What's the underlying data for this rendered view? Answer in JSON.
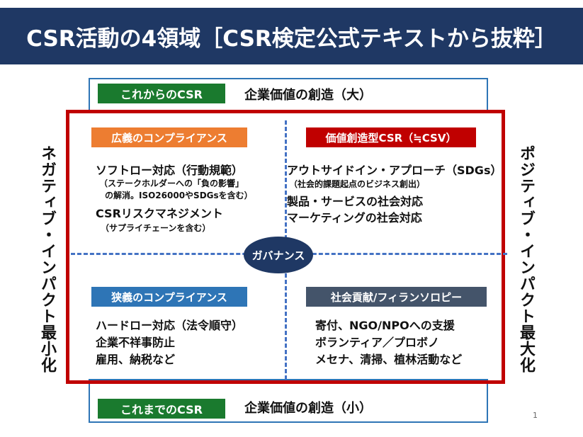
{
  "title": "CSR活動の4領域［CSR検定公式テキストから抜粋］",
  "top": {
    "label": "これからのCSR",
    "value": "企業価値の創造（大）"
  },
  "bottom": {
    "label": "これまでのCSR",
    "value": "企業価値の創造（小）"
  },
  "left_side": "ネガティブ・インパクト最小化",
  "right_side": "ポジティブ・インパクト最大化",
  "center": "ガバナンス",
  "quadrants": {
    "top_left": {
      "label": "広義のコンプライアンス",
      "lines": [
        "ソフトロー対応（行動規範）",
        "（ステークホルダーへの「負の影響」",
        "の解消。ISO26000やSDGsを含む）",
        "CSRリスクマネジメント",
        "（サプライチェーンを含む）"
      ]
    },
    "top_right": {
      "label": "価値創造型CSR（≒CSV）",
      "lines": [
        "アウトサイドイン・アプローチ（SDGs）",
        "（社会的課題起点のビジネス創出）",
        "製品・サービスの社会対応",
        "マーケティングの社会対応"
      ]
    },
    "bottom_left": {
      "label": "狭義のコンプライアンス",
      "lines": [
        "ハードロー対応（法令順守）",
        "企業不祥事防止",
        "雇用、納税など"
      ]
    },
    "bottom_right": {
      "label": "社会貢献/フィランソロピー",
      "lines": [
        "寄付、NGO/NPOへの支援",
        "ボランティア／プロボノ",
        "メセナ、清掃、植林活動など"
      ]
    }
  },
  "page_number": "1",
  "colors": {
    "title_bg": "#1f3864",
    "frame": "#c00000",
    "green": "#1a7a2e",
    "orange": "#ed7d31",
    "blue": "#2e75b6",
    "gray": "#44546a"
  }
}
